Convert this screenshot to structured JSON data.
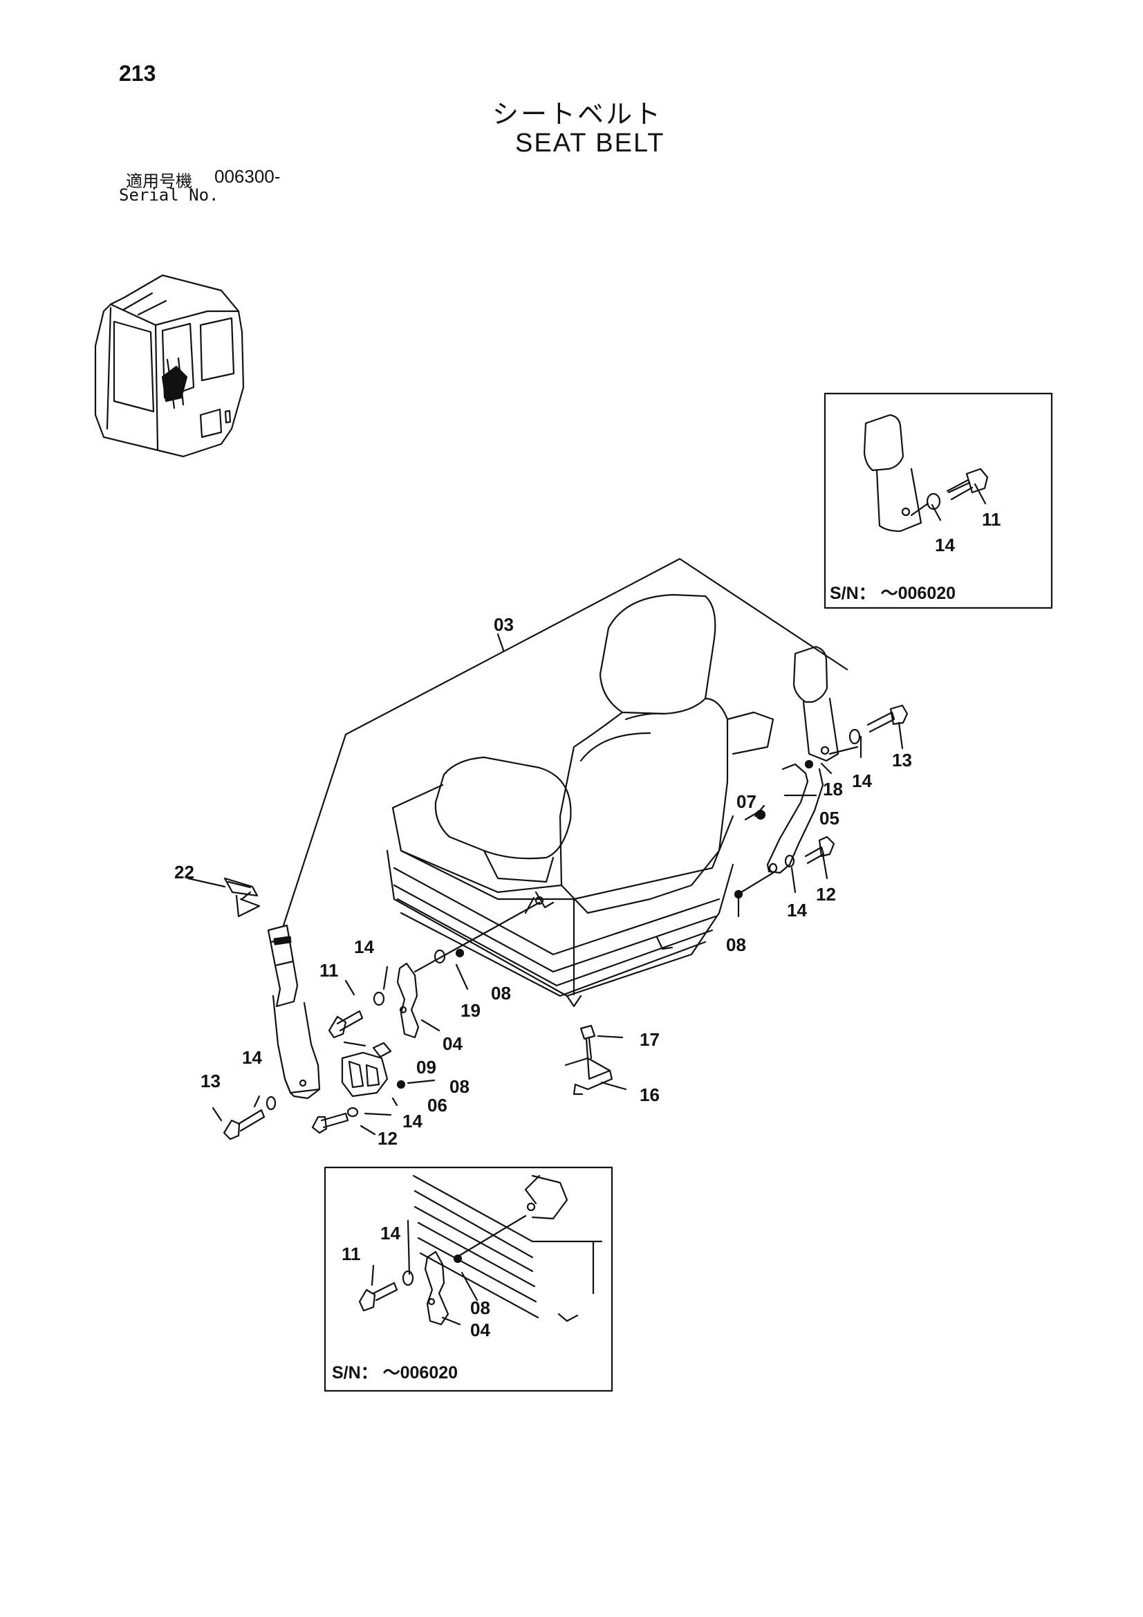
{
  "page_number": "213",
  "title_ja": "シートベルト",
  "title_en": "SEAT BELT",
  "serial": {
    "label_ja": "適用号機",
    "value": "006300-",
    "label_en": "Serial No."
  },
  "callouts": {
    "c03": "03",
    "c22": "22",
    "c11a": "11",
    "c14a": "14",
    "c19": "19",
    "c08a": "08",
    "c04": "04",
    "c09": "09",
    "c08b": "08",
    "c06": "06",
    "c14b": "14",
    "c12a": "12",
    "c14c": "14",
    "c13a": "13",
    "c17": "17",
    "c16": "16",
    "c07": "07",
    "c05": "05",
    "c18": "18",
    "c14d": "14",
    "c13b": "13",
    "c12b": "12",
    "c14e": "14",
    "c08c": "08"
  },
  "inset_top": {
    "callout_11": "11",
    "callout_14": "14",
    "serial_note": "S/N：  ～006020"
  },
  "inset_bottom": {
    "callout_14": "14",
    "callout_11": "11",
    "callout_08": "08",
    "callout_04": "04",
    "serial_note": "S/N：  ～006020"
  }
}
